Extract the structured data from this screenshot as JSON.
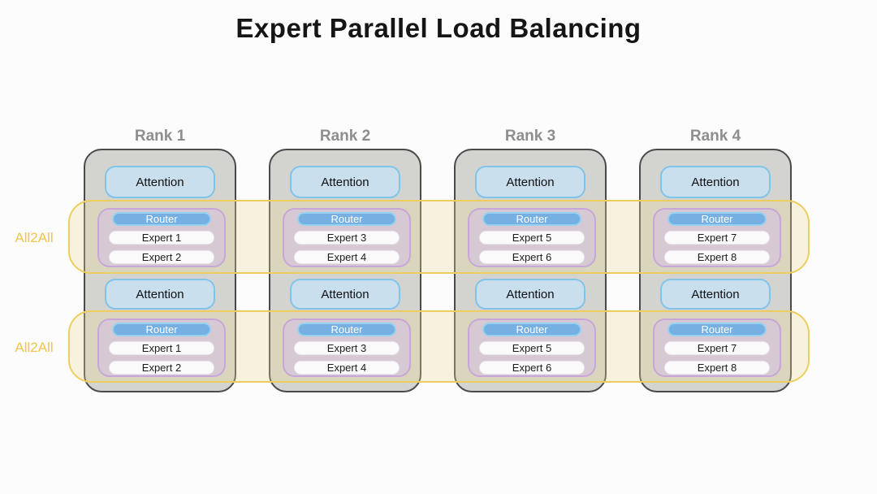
{
  "title": "Expert Parallel Load Balancing",
  "comm_bands": [
    {
      "label": "All2All"
    },
    {
      "label": "All2All"
    }
  ],
  "ranks": [
    {
      "label": "Rank 1",
      "layers": [
        {
          "attention": "Attention",
          "router": "Router",
          "experts": [
            "Expert 1",
            "Expert 2"
          ]
        },
        {
          "attention": "Attention",
          "router": "Router",
          "experts": [
            "Expert 1",
            "Expert 2"
          ]
        }
      ]
    },
    {
      "label": "Rank 2",
      "layers": [
        {
          "attention": "Attention",
          "router": "Router",
          "experts": [
            "Expert 3",
            "Expert 4"
          ]
        },
        {
          "attention": "Attention",
          "router": "Router",
          "experts": [
            "Expert 3",
            "Expert 4"
          ]
        }
      ]
    },
    {
      "label": "Rank 3",
      "layers": [
        {
          "attention": "Attention",
          "router": "Router",
          "experts": [
            "Expert 5",
            "Expert 6"
          ]
        },
        {
          "attention": "Attention",
          "router": "Router",
          "experts": [
            "Expert 5",
            "Expert 6"
          ]
        }
      ]
    },
    {
      "label": "Rank 4",
      "layers": [
        {
          "attention": "Attention",
          "router": "Router",
          "experts": [
            "Expert 7",
            "Expert 8"
          ]
        },
        {
          "attention": "Attention",
          "router": "Router",
          "experts": [
            "Expert 7",
            "Expert 8"
          ]
        }
      ]
    }
  ],
  "colors": {
    "title_text": "#151515",
    "rank_fill": "#d3d3cf",
    "rank_border": "#4a4a4a",
    "rank_label_text": "#8e8e8e",
    "attention_fill": "#c9dfee",
    "attention_border": "#82c4e9",
    "expert_group_fill": "#d6c9d3",
    "expert_group_border": "#c7a7d7",
    "router_fill": "#76b0e2",
    "router_border": "#95d1f0",
    "router_text": "#ffffff",
    "expert_fill": "#fbfafa",
    "band_fill": "rgba(236,220,150,0.30)",
    "band_border": "#eecd60",
    "all2all_text": "#f2c44c"
  }
}
